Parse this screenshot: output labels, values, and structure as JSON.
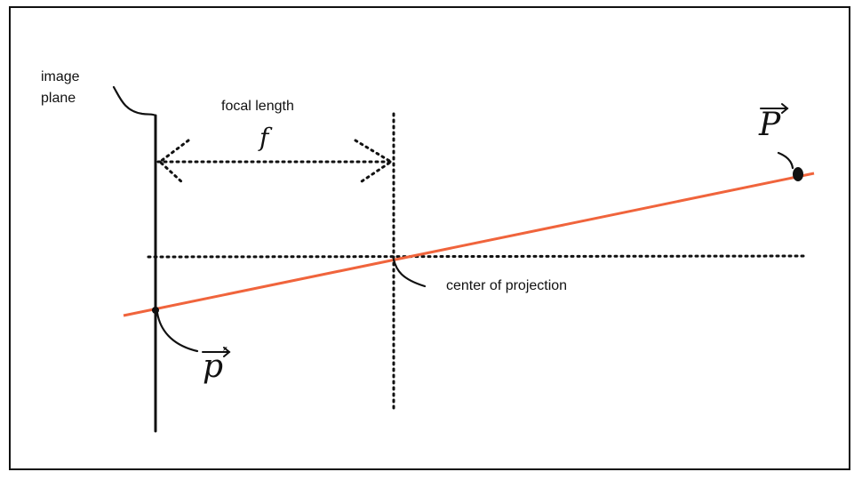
{
  "labels": {
    "image_plane_line1": "image",
    "image_plane_line2": "plane",
    "focal_length": "focal length",
    "focal_symbol": "f",
    "center_of_projection": "center of projection",
    "point_world": "P",
    "point_image": "p",
    "point_image_prime": "′"
  },
  "colors": {
    "ray": "#f0643c",
    "ink": "#111111",
    "background": "#ffffff"
  }
}
